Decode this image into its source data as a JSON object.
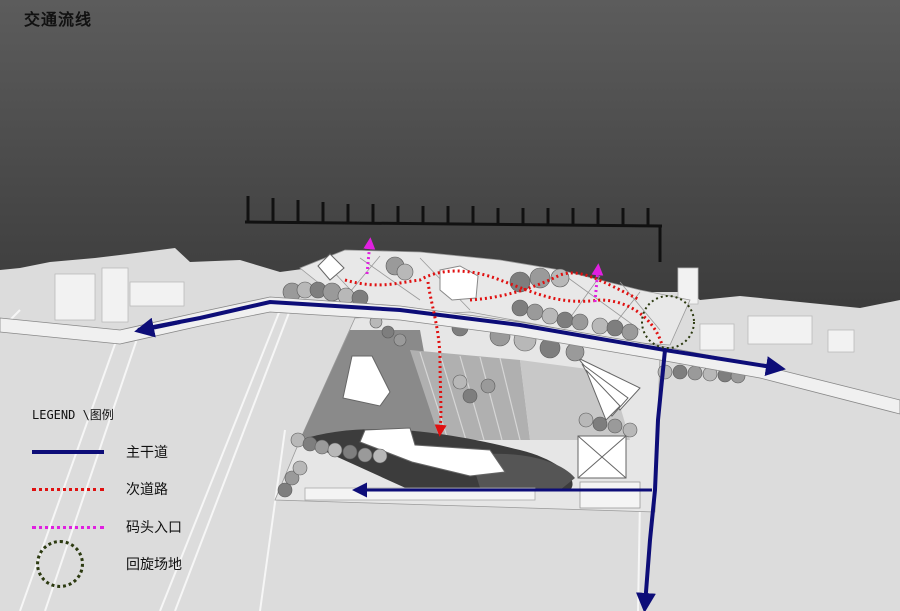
{
  "title": "交通流线",
  "legend": {
    "title": "LEGEND \\图例",
    "items": [
      {
        "key": "main-road",
        "label": "主干道",
        "color": "#0d0d78",
        "style": "solid"
      },
      {
        "key": "secondary-road",
        "label": "次道路",
        "color": "#e01010",
        "style": "dotted"
      },
      {
        "key": "dock-entrance",
        "label": "码头入口",
        "color": "#e020e0",
        "style": "dotted"
      },
      {
        "key": "turnaround",
        "label": "回旋场地",
        "color": "#2c3a10",
        "style": "dotted-circle"
      }
    ]
  },
  "colors": {
    "water_top": "#5a5a5a",
    "water_bottom": "#1e1e1e",
    "land": "#d8d8d8",
    "main_road": "#0d0d78",
    "secondary_road": "#e01010",
    "dock_entrance": "#e020e0",
    "turnaround": "#2c3a10"
  }
}
